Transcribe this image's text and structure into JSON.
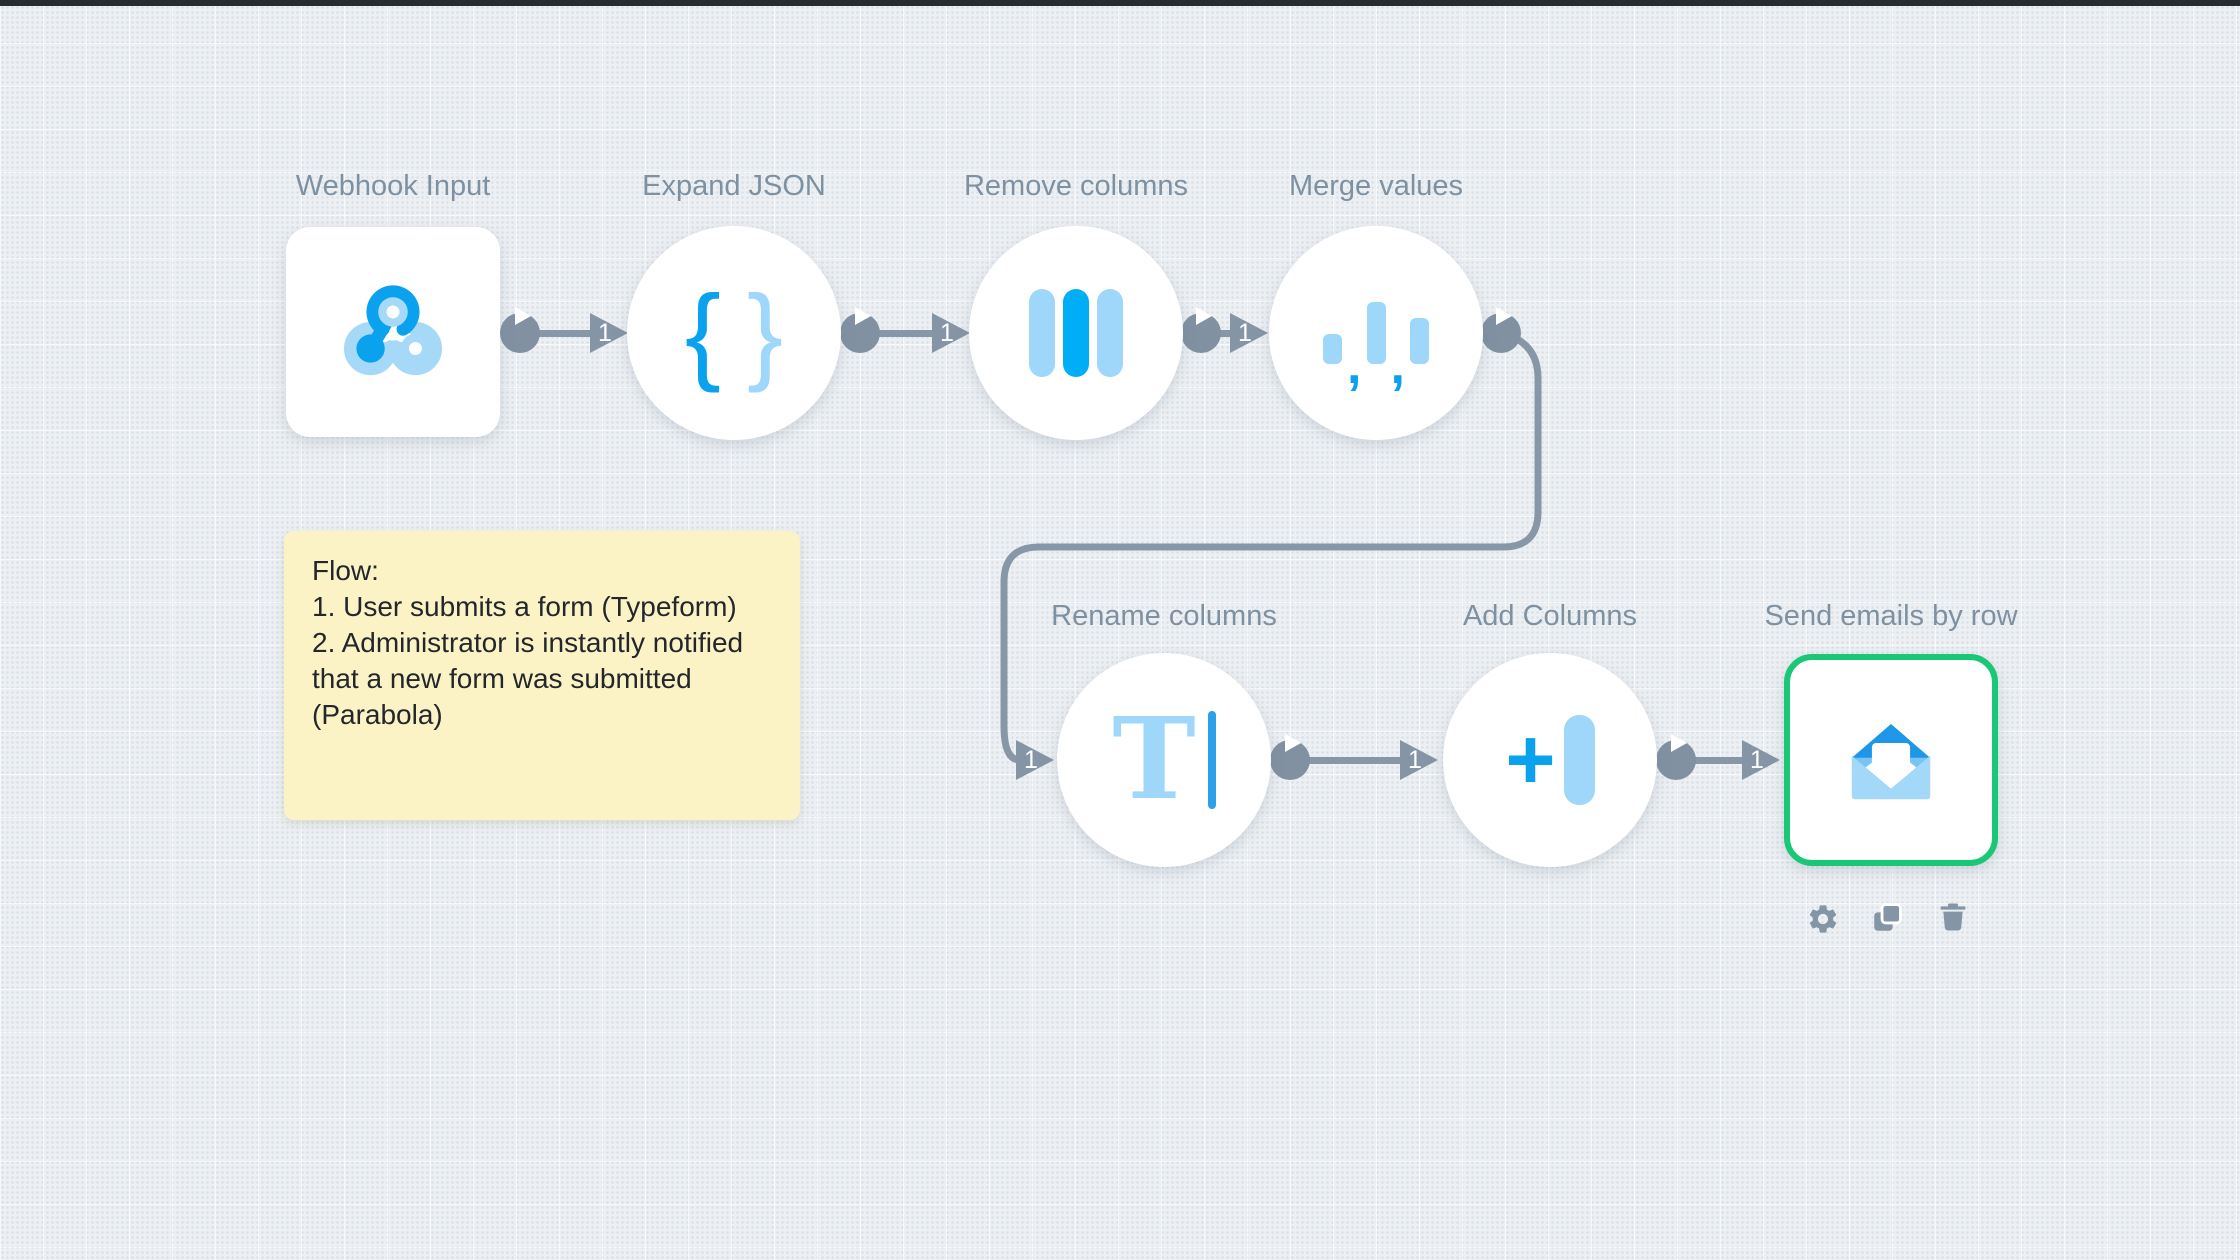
{
  "nodes": {
    "webhook": {
      "label": "Webhook Input"
    },
    "expand_json": {
      "label": "Expand JSON"
    },
    "remove_columns": {
      "label": "Remove columns"
    },
    "merge_values": {
      "label": "Merge values"
    },
    "rename_columns": {
      "label": "Rename columns"
    },
    "add_columns": {
      "label": "Add Columns"
    },
    "send_emails": {
      "label": "Send emails by row",
      "selected": true
    }
  },
  "connections": [
    {
      "from": "webhook",
      "to": "expand_json",
      "label": "1"
    },
    {
      "from": "expand_json",
      "to": "remove_columns",
      "label": "1"
    },
    {
      "from": "remove_columns",
      "to": "merge_values",
      "label": "1"
    },
    {
      "from": "merge_values",
      "to": "rename_columns",
      "label": "1"
    },
    {
      "from": "rename_columns",
      "to": "add_columns",
      "label": "1"
    },
    {
      "from": "add_columns",
      "to": "send_emails",
      "label": "1"
    }
  ],
  "note": {
    "lines": [
      "Flow:",
      "1. User submits a form (Typeform)",
      "2. Administrator is instantly notified",
      "that a new form was submitted",
      "(Parabola)"
    ]
  },
  "glyphs": {
    "brace_left": "{",
    "brace_right": "}",
    "plus": "+",
    "letter_t": "T",
    "comma": ","
  },
  "toolbar": {
    "icons": [
      "gear-icon",
      "copy-icon",
      "trash-icon"
    ]
  },
  "colors": {
    "accent_blue": "#0aa2ef",
    "light_blue": "#9ed7f9",
    "selection_green": "#1ac777",
    "connector_gray": "#8595a5",
    "note_yellow": "#fbf2c6",
    "label_gray": "#7d91a2",
    "topbar_dark": "#272c31"
  }
}
